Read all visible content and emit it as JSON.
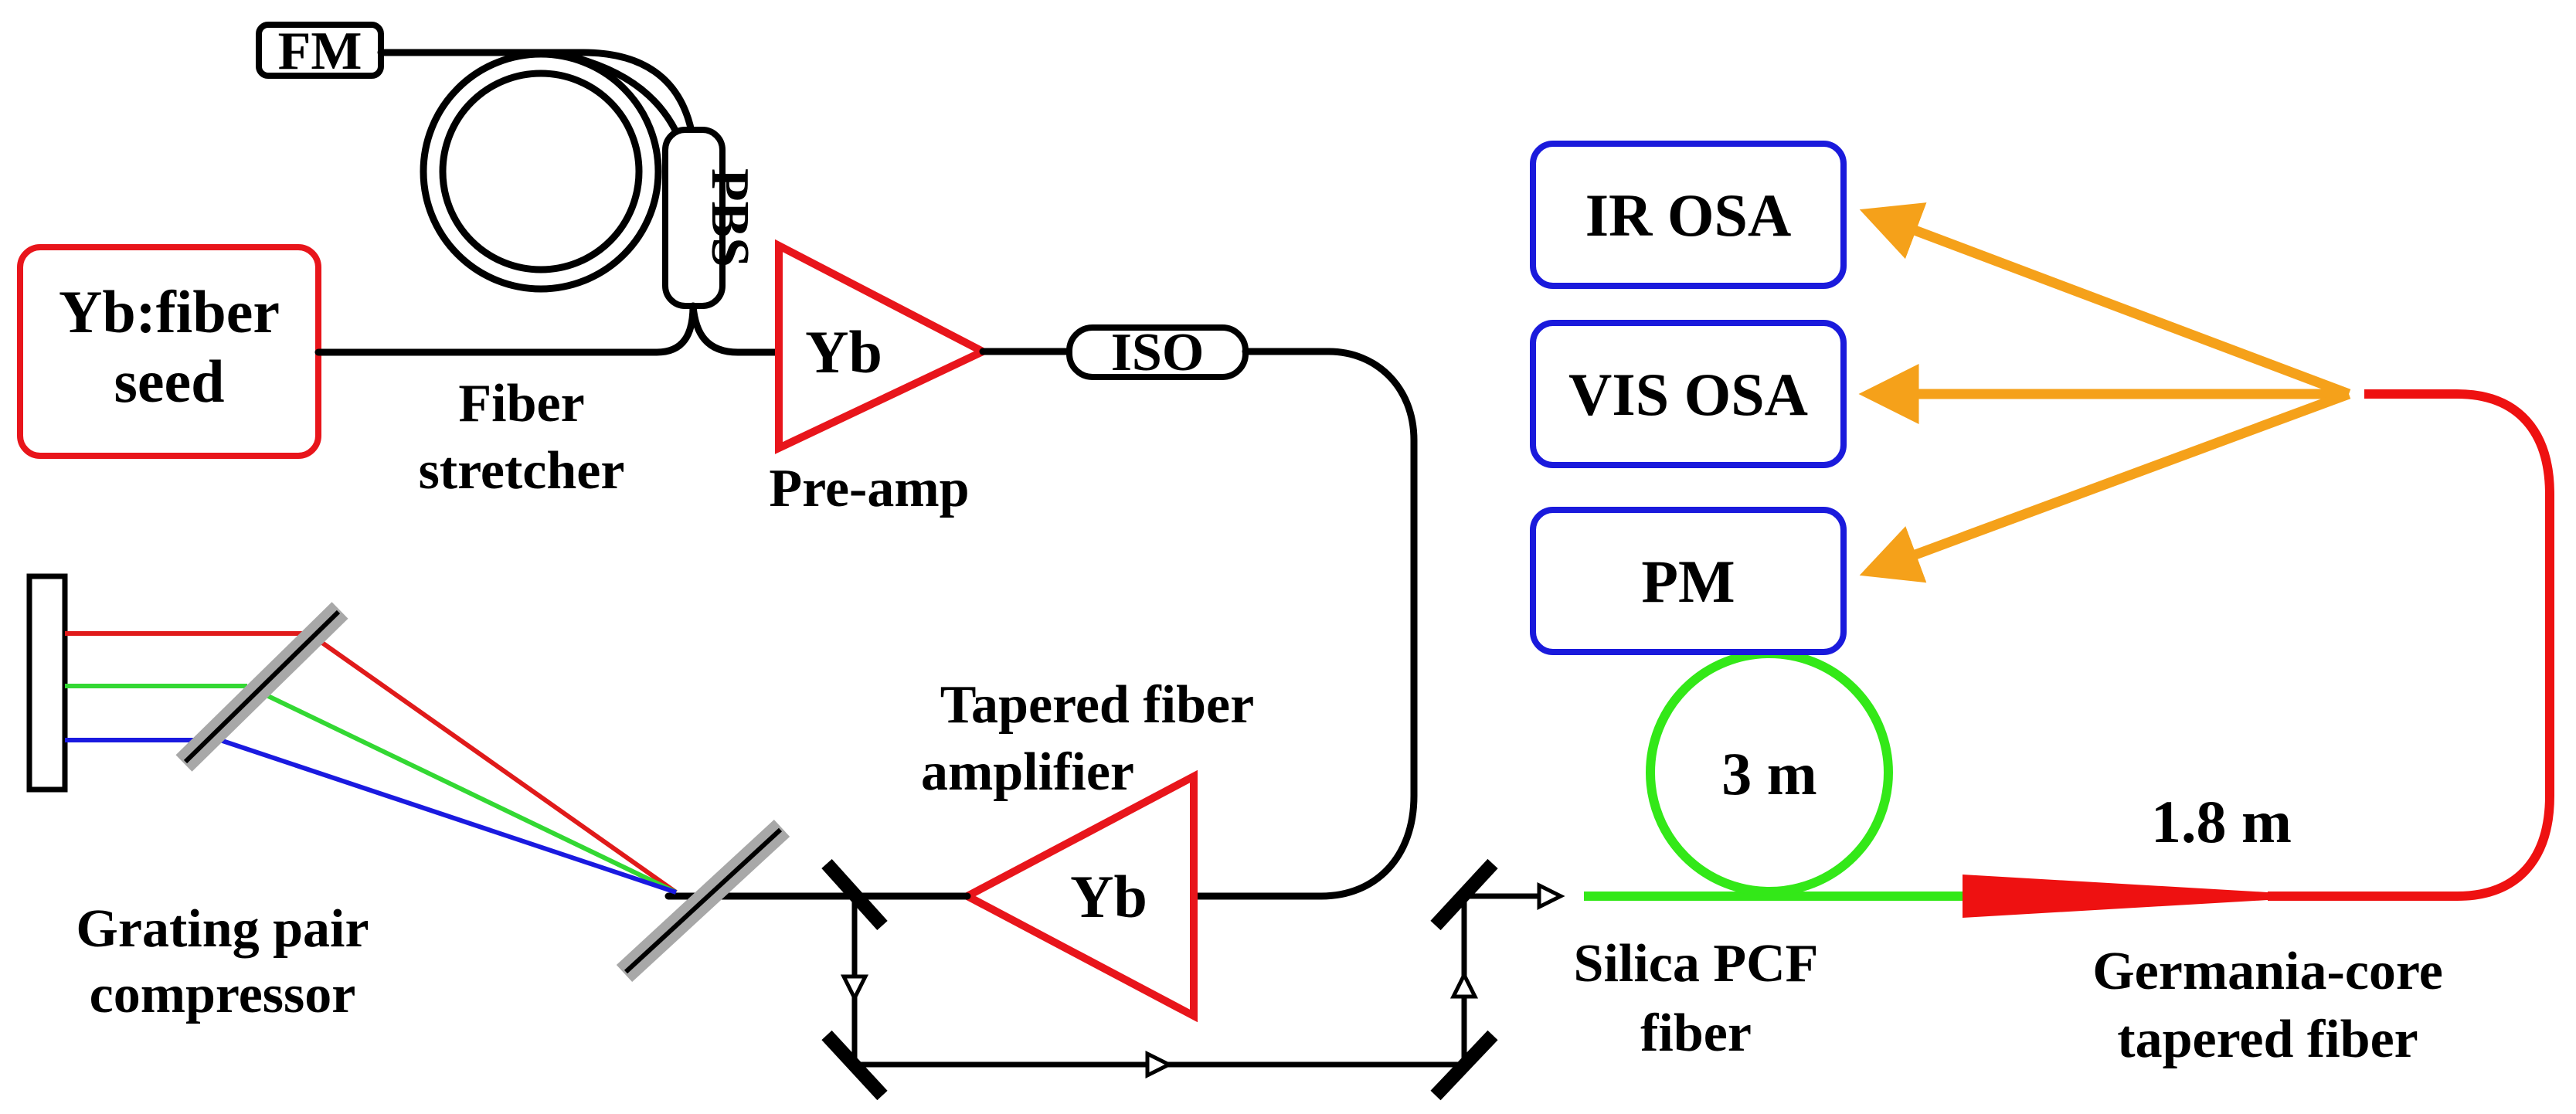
{
  "labels": {
    "fm": "FM",
    "pbs": "PBS",
    "seed_line1": "Yb:fiber",
    "seed_line2": "seed",
    "stretcher_line1": "Fiber",
    "stretcher_line2": "stretcher",
    "preamp_gain": "Yb",
    "preamp": "Pre-amp",
    "iso": "ISO",
    "ir_osa": "IR OSA",
    "vis_osa": "VIS OSA",
    "pm": "PM",
    "tapered_amp_line1": "Tapered fiber",
    "tapered_amp_line2": "amplifier",
    "tapered_amp_gain": "Yb",
    "grating_line1": "Grating pair",
    "grating_line2": "compressor",
    "pcf_length": "3 m",
    "pcf_line1": "Silica PCF",
    "pcf_line2": "fiber",
    "germania_length": "1.8 m",
    "germania_line1": "Germania-core",
    "germania_line2": "tapered fiber"
  },
  "colors": {
    "fiber": "#000000",
    "seed_box": "#e8151b",
    "osa_box": "#1a1adc",
    "amplifier": "#e8151b",
    "pcf_fiber": "#33e818",
    "germania_fiber": "#ee1111",
    "output_arrows": "#f5a11a",
    "beam_red": "#e01a1a",
    "beam_green": "#33d833",
    "beam_blue": "#1a1ae0",
    "grating": "#a8a8a8"
  }
}
